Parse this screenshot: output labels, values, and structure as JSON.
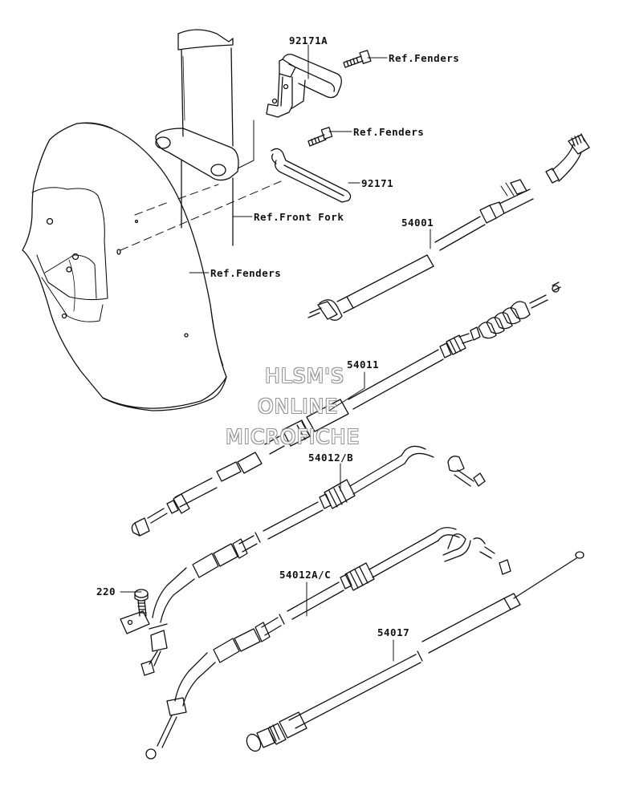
{
  "diagram": {
    "labels": {
      "p92171A": "92171A",
      "refFendersTop": "Ref.Fenders",
      "refFendersMid": "Ref.Fenders",
      "p92171": "92171",
      "refFrontFork": "Ref.Front Fork",
      "p54001": "54001",
      "refFendersLeft": "Ref.Fenders",
      "p54011": "54011",
      "p54012B": "54012/B",
      "p220": "220",
      "p54012AC": "54012A/C",
      "p54017": "54017"
    },
    "watermark": {
      "line1": "HLSM'S",
      "line2": "ONLINE",
      "line3": "MICROFICHE"
    }
  }
}
